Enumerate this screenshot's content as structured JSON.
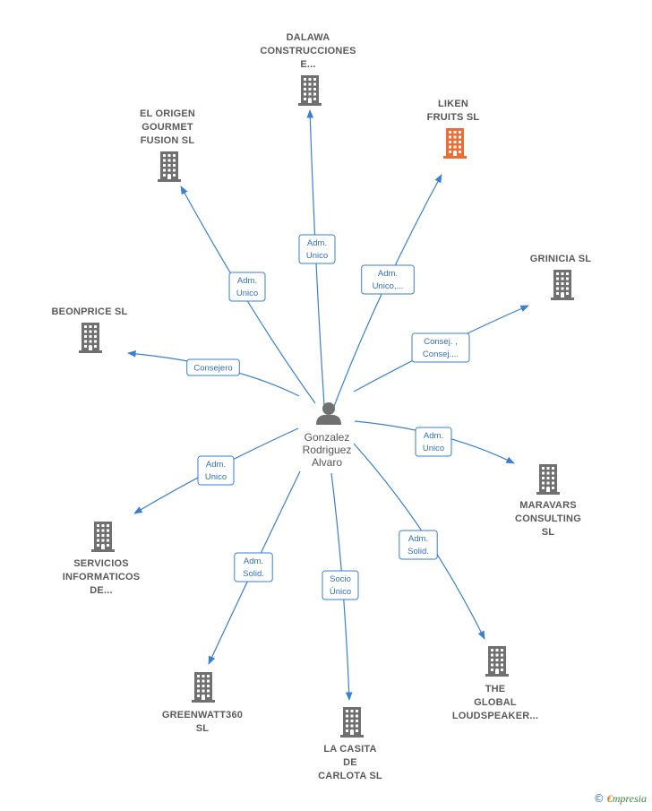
{
  "colors": {
    "edge": "#3a7fd0",
    "building": "#707070",
    "highlight": "#ef6c35",
    "person": "#707070"
  },
  "center": {
    "name_lines": [
      "Gonzalez",
      "Rodriguez",
      "Alvaro"
    ],
    "icon": "person-icon"
  },
  "companies": [
    {
      "id": "dalawa",
      "lines": [
        "DALAWA",
        "CONSTRUCCIONES",
        "E..."
      ],
      "highlight": false,
      "icon": "building-icon"
    },
    {
      "id": "liken",
      "lines": [
        "LIKEN",
        "FRUITS  SL"
      ],
      "highlight": true,
      "icon": "building-icon"
    },
    {
      "id": "el-origen",
      "lines": [
        "EL ORIGEN",
        "GOURMET",
        "FUSION  SL"
      ],
      "highlight": false,
      "icon": "building-icon"
    },
    {
      "id": "grinicia",
      "lines": [
        "GRINICIA  SL"
      ],
      "highlight": false,
      "icon": "building-icon"
    },
    {
      "id": "beonprice",
      "lines": [
        "BEONPRICE SL"
      ],
      "highlight": false,
      "icon": "building-icon"
    },
    {
      "id": "maravars",
      "lines": [
        "MARAVARS",
        "CONSULTING",
        "SL"
      ],
      "highlight": false,
      "icon": "building-icon"
    },
    {
      "id": "servicios",
      "lines": [
        "SERVICIOS",
        "INFORMATICOS",
        "DE..."
      ],
      "highlight": false,
      "icon": "building-icon"
    },
    {
      "id": "the-global",
      "lines": [
        "THE",
        "GLOBAL",
        "LOUDSPEAKER..."
      ],
      "highlight": false,
      "icon": "building-icon"
    },
    {
      "id": "greenwatt",
      "lines": [
        "GREENWATT360",
        "SL"
      ],
      "highlight": false,
      "icon": "building-icon"
    },
    {
      "id": "la-casita",
      "lines": [
        "LA CASITA",
        "DE",
        "CARLOTA SL"
      ],
      "highlight": false,
      "icon": "building-icon"
    }
  ],
  "relations": [
    {
      "target": "dalawa",
      "lines": [
        "Adm.",
        "Unico"
      ]
    },
    {
      "target": "liken",
      "lines": [
        "Adm.",
        "Unico,..."
      ]
    },
    {
      "target": "el-origen",
      "lines": [
        "Adm.",
        "Unico"
      ]
    },
    {
      "target": "grinicia",
      "lines": [
        "Consej. ,",
        "Consej...."
      ]
    },
    {
      "target": "beonprice",
      "lines": [
        "Consejero"
      ]
    },
    {
      "target": "maravars",
      "lines": [
        "Adm.",
        "Unico"
      ]
    },
    {
      "target": "servicios",
      "lines": [
        "Adm.",
        "Unico"
      ]
    },
    {
      "target": "the-global",
      "lines": [
        "Adm.",
        "Solid."
      ]
    },
    {
      "target": "greenwatt",
      "lines": [
        "Adm.",
        "Solid."
      ]
    },
    {
      "target": "la-casita",
      "lines": [
        "Socio",
        "Único"
      ]
    }
  ],
  "footer": {
    "copyright": "©",
    "brand_initial": "€",
    "brand_rest": "mpresia"
  }
}
